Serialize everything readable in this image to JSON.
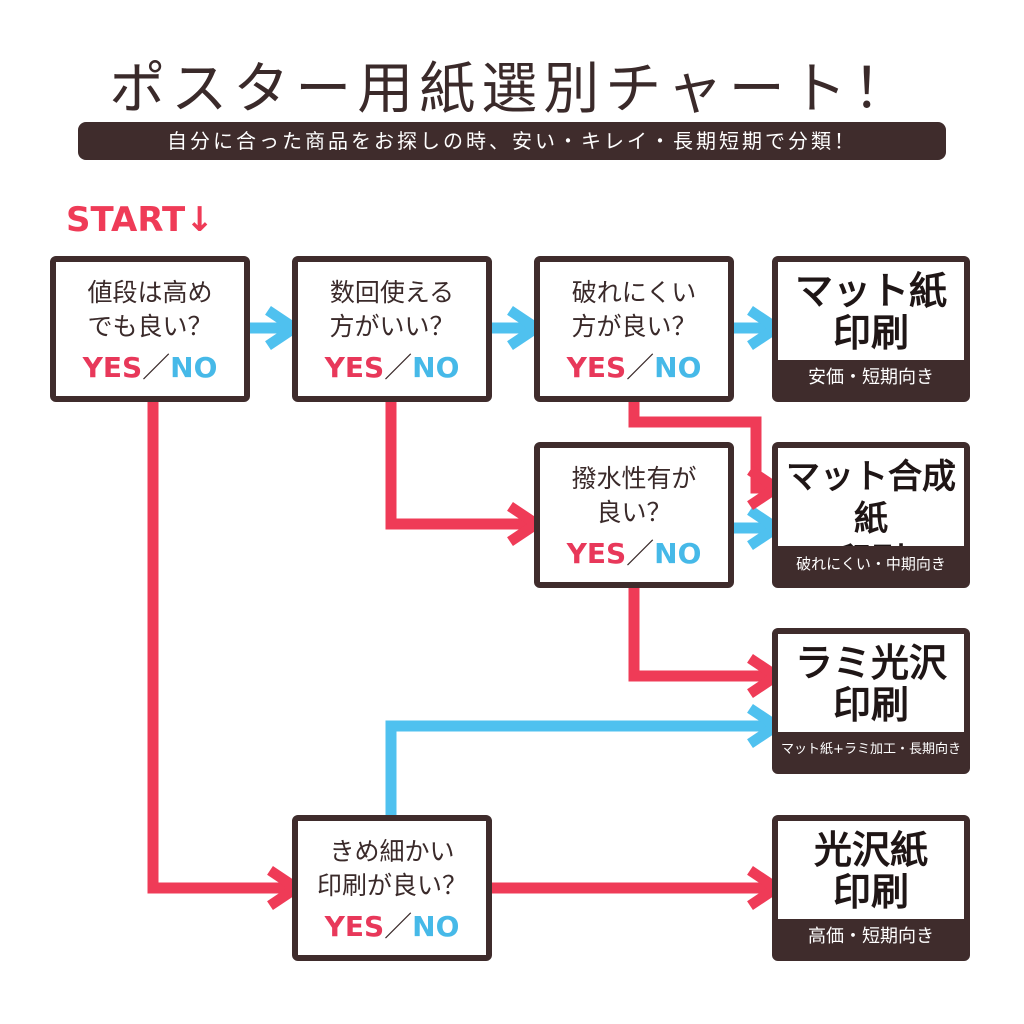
{
  "header": {
    "title": "ポスター用紙選別チャート！",
    "subtitle": "自分に合った商品をお探しの時、安い・キレイ・長期短期で分類！"
  },
  "start_label": "START↓",
  "answer": {
    "yes": "YES",
    "slash": "／",
    "no": "NO"
  },
  "questions": [
    {
      "text": "値段は高め\nでも良い？"
    },
    {
      "text": "数回使える\n方がいい？"
    },
    {
      "text": "破れにくい\n方が良い？"
    },
    {
      "text": "撥水性有が\n良い？"
    },
    {
      "text": "きめ細かい\n印刷が良い？"
    }
  ],
  "results": [
    {
      "title": "マット紙\n印刷",
      "note": "安価・短期向き"
    },
    {
      "title": "マット合成紙\n印刷",
      "note": "破れにくい・中期向き"
    },
    {
      "title": "ラミ光沢\n印刷",
      "note": "マット紙+ラミ加工・長期向き"
    },
    {
      "title": "光沢紙\n印刷",
      "note": "高価・短期向き"
    }
  ],
  "colors": {
    "yes_arrow": "#ef3b57",
    "no_arrow": "#4fc1ef",
    "box_border": "#3f2c2c"
  }
}
